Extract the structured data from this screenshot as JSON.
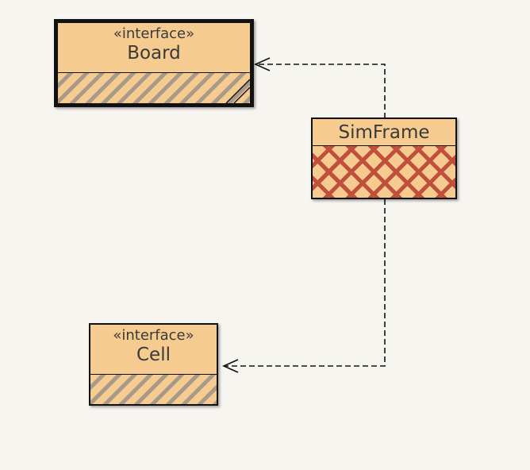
{
  "diagram": {
    "classes": [
      {
        "id": "board",
        "stereotype": "«interface»",
        "name": "Board",
        "selected": true,
        "fill": "hatched"
      },
      {
        "id": "simframe",
        "stereotype": "",
        "name": "SimFrame",
        "selected": false,
        "fill": "crosshatched"
      },
      {
        "id": "cell",
        "stereotype": "«interface»",
        "name": "Cell",
        "selected": false,
        "fill": "hatched"
      }
    ],
    "relations": [
      {
        "from": "simframe",
        "to": "board",
        "type": "dependency"
      },
      {
        "from": "simframe",
        "to": "cell",
        "type": "dependency"
      }
    ],
    "colors": {
      "class_fill": "#f5cb8f",
      "crosshatch": "#c0503c",
      "background": "#f7f5f0",
      "line": "#111111"
    }
  }
}
